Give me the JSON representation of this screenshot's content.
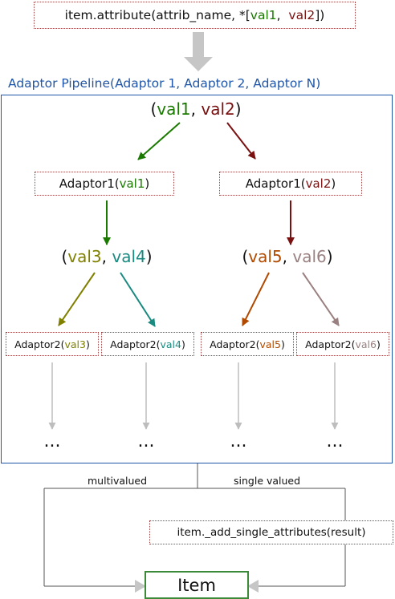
{
  "call": {
    "prefix": "item.attribute(attrib_name, *[",
    "val1": "val1",
    "sep": ",  ",
    "val2": "val2",
    "suffix": "])"
  },
  "pipeline": {
    "title": "Adaptor Pipeline(Adaptor 1, Adaptor 2, Adaptor N)"
  },
  "tuple1": {
    "open": "(",
    "a": "val1",
    "comma": ", ",
    "b": "val2",
    "close": ")"
  },
  "adaptor1_left": {
    "name": "Adaptor1(",
    "arg": "val1",
    "close": ")"
  },
  "adaptor1_right": {
    "name": "Adaptor1(",
    "arg": "val2",
    "close": ")"
  },
  "tuple_left": {
    "open": "(",
    "a": "val3",
    "comma": ", ",
    "b": "val4",
    "close": ")"
  },
  "tuple_right": {
    "open": "(",
    "a": "val5",
    "comma": ", ",
    "b": "val6",
    "close": ")"
  },
  "adaptor2": [
    {
      "name": "Adaptor2(",
      "arg": "val3",
      "close": ")"
    },
    {
      "name": "Adaptor2(",
      "arg": "val4",
      "close": ")"
    },
    {
      "name": "Adaptor2(",
      "arg": "val5",
      "close": ")"
    },
    {
      "name": "Adaptor2(",
      "arg": "val6",
      "close": ")"
    }
  ],
  "ellipsis": "...",
  "labels": {
    "multivalued": "multivalued",
    "single_valued": "single valued"
  },
  "single_attr_call": "item._add_single_attributes(result)",
  "item_label": "Item",
  "colors": {
    "val1": "#1a7a00",
    "val2": "#7a1010",
    "val3": "#808000",
    "val4": "#1a8a80",
    "val5": "#b04a00",
    "val6": "#9a8080",
    "pipeline_border": "#1f55a8",
    "box_border": "#a04040",
    "item_border": "#3a8a3a",
    "gray_arrow": "#bdbdbd"
  }
}
